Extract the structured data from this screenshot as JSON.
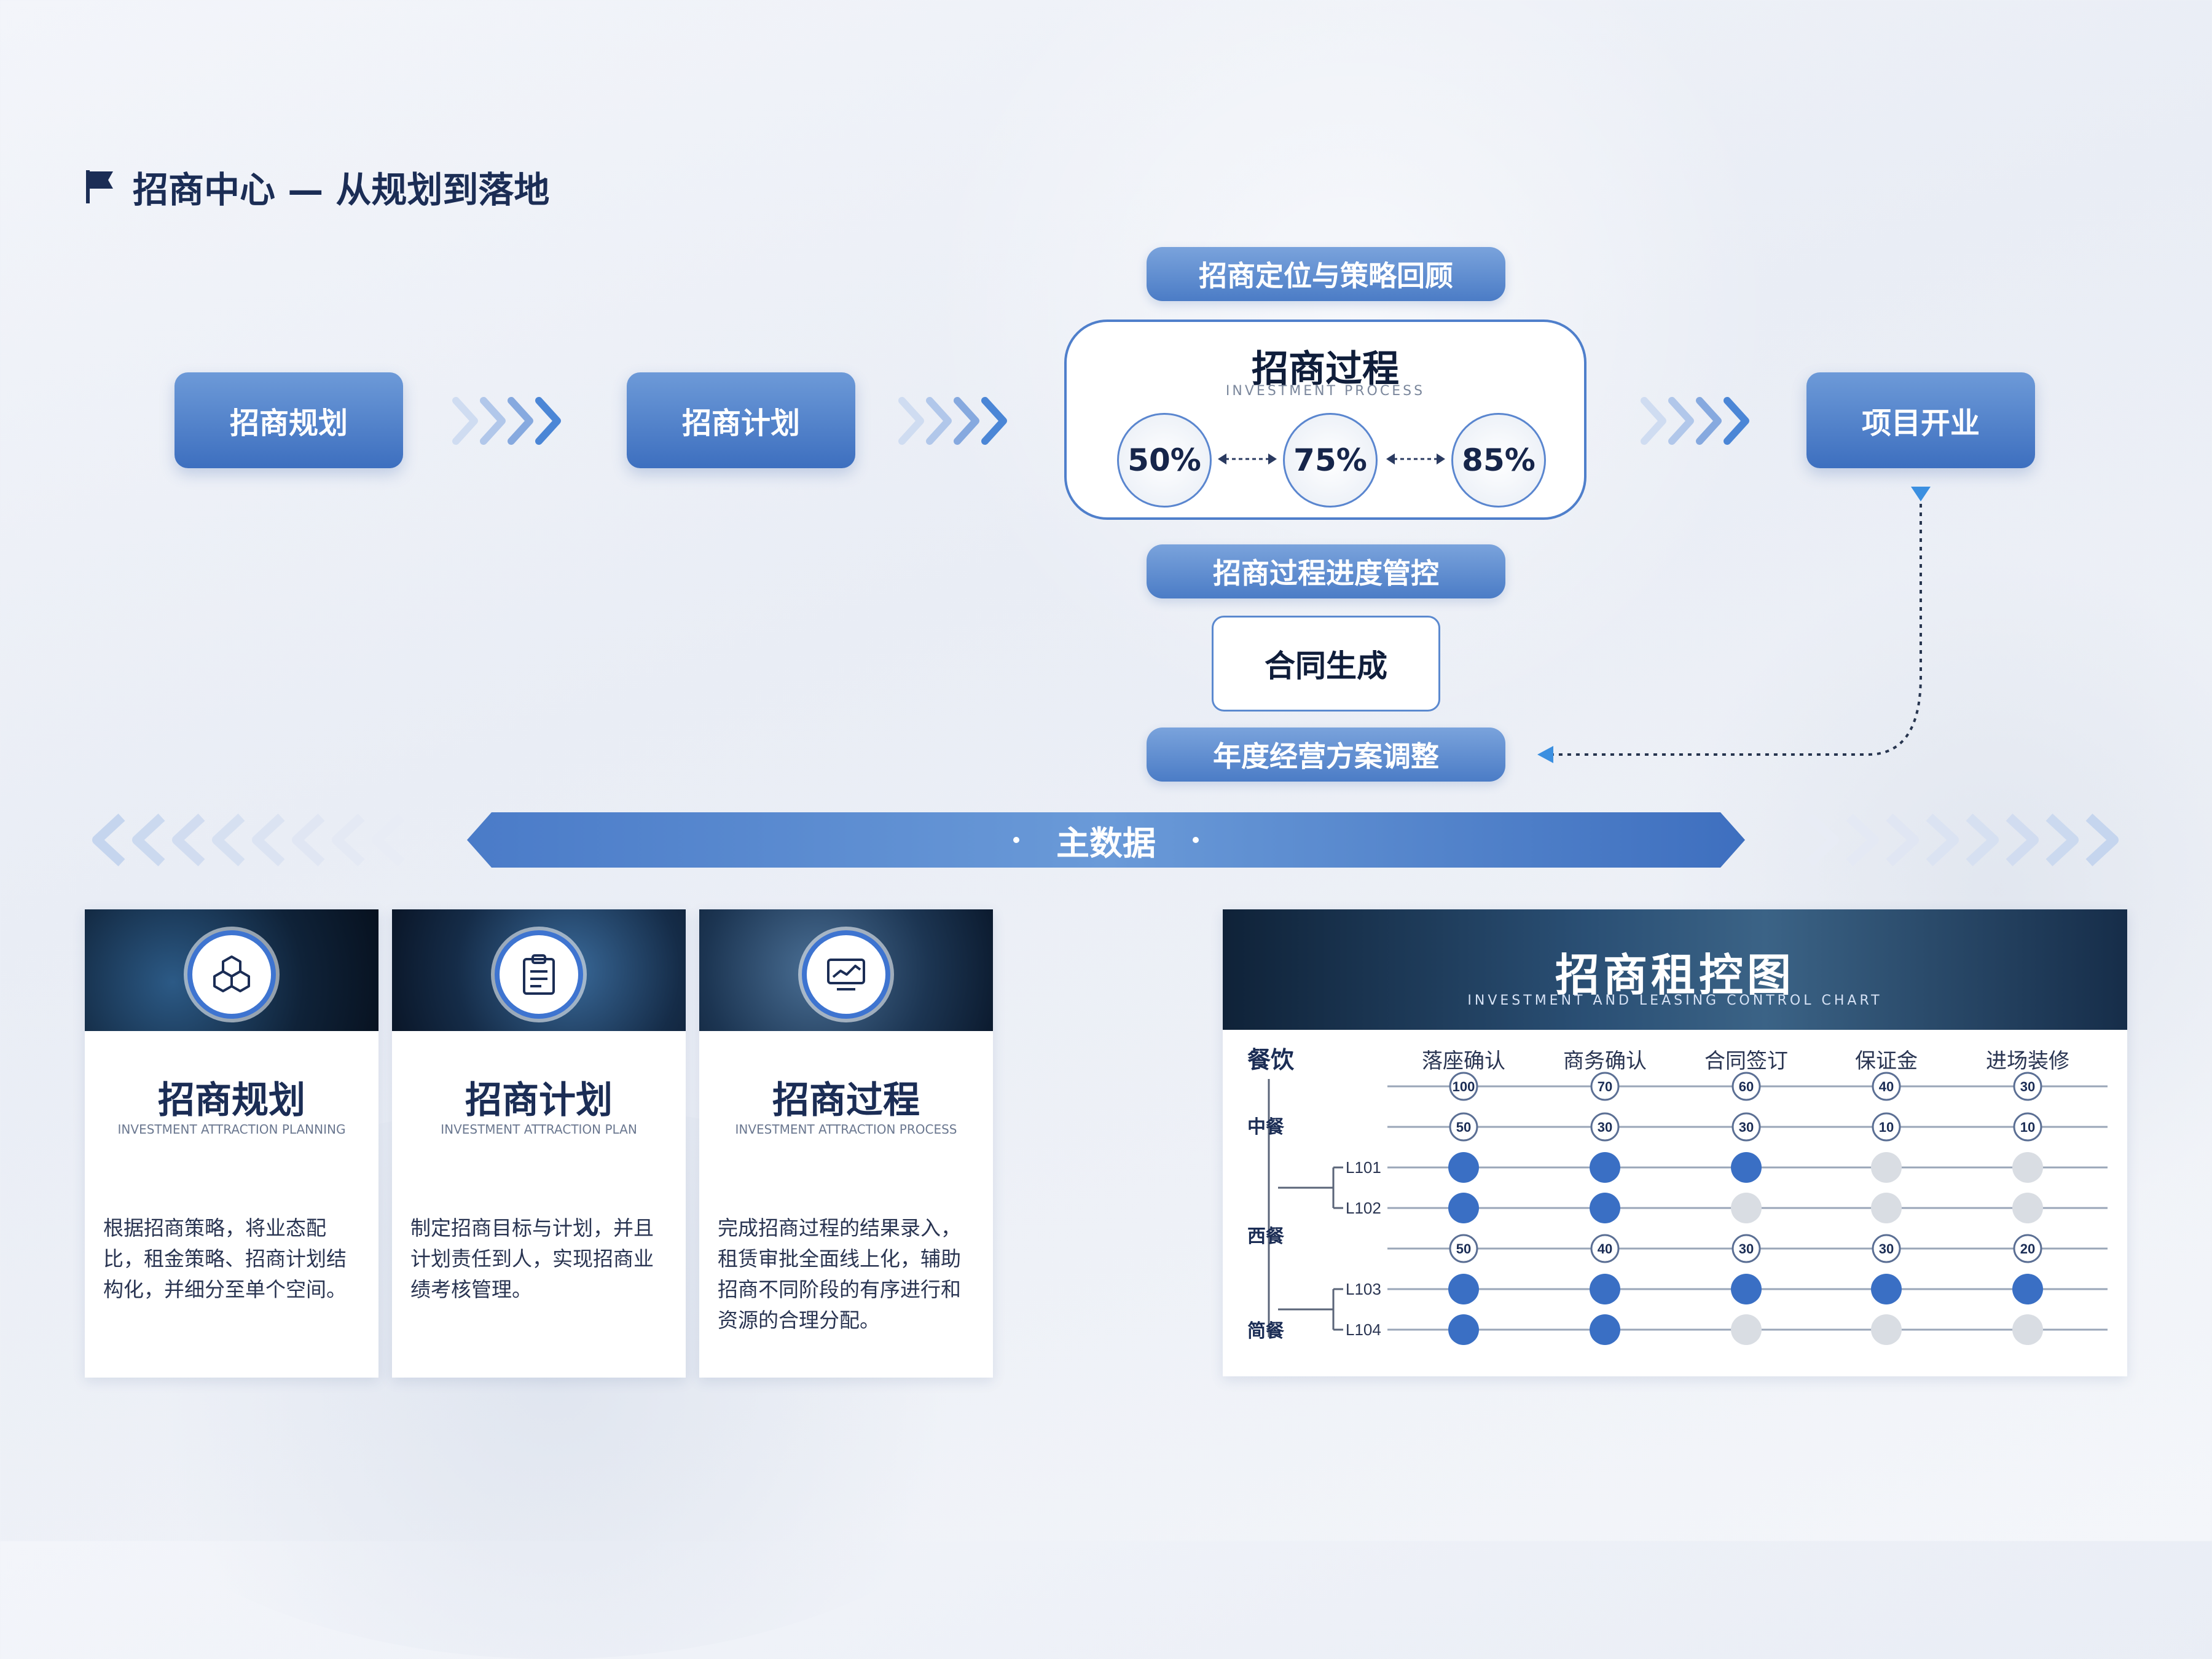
{
  "header": {
    "title": "招商中心 — 从规划到落地"
  },
  "flow": {
    "step1": "招商规划",
    "step2": "招商计划",
    "step_final": "项目开业",
    "top_pill": "招商定位与策略回顾",
    "process": {
      "title": "招商过程",
      "subtitle": "INVESTMENT PROCESS",
      "pcts": [
        "50%",
        "75%",
        "85%"
      ]
    },
    "progress_pill": "招商过程进度管控",
    "contract": "合同生成",
    "annual_pill": "年度经营方案调整"
  },
  "master": {
    "label": "主数据"
  },
  "cards": [
    {
      "icon": "cubes-icon",
      "title": "招商规划",
      "subtitle": "INVESTMENT ATTRACTION PLANNING",
      "desc": "根据招商策略，将业态配比，租金策略、招商计划结构化，并细分至单个空间。"
    },
    {
      "icon": "clipboard-icon",
      "title": "招商计划",
      "subtitle": "INVESTMENT ATTRACTION PLAN",
      "desc": "制定招商目标与计划，并且计划责任到人，实现招商业绩考核管理。"
    },
    {
      "icon": "monitor-chart-icon",
      "title": "招商过程",
      "subtitle": "INVESTMENT ATTRACTION PROCESS",
      "desc": "完成招商过程的结果录入，租赁审批全面线上化，辅助招商不同阶段的有序进行和资源的合理分配。"
    }
  ],
  "chart_data": {
    "type": "table",
    "title": "招商租控图",
    "subtitle": "INVESTMENT AND LEASING CONTROL CHART",
    "root_label": "餐饮",
    "columns": [
      "落座确认",
      "商务确认",
      "合同签订",
      "保证金",
      "进场装修"
    ],
    "rows": [
      {
        "label": "",
        "kind": "count",
        "values": [
          100,
          70,
          60,
          40,
          30
        ]
      },
      {
        "label": "中餐",
        "kind": "count",
        "values": [
          50,
          30,
          30,
          10,
          10
        ]
      },
      {
        "label": "L101",
        "kind": "status",
        "values": [
          1,
          1,
          1,
          0,
          0
        ]
      },
      {
        "label": "L102",
        "kind": "status",
        "values": [
          1,
          1,
          0,
          0,
          0
        ]
      },
      {
        "label": "西餐",
        "kind": "count",
        "values": [
          50,
          40,
          30,
          30,
          20
        ]
      },
      {
        "label": "L103",
        "kind": "status",
        "values": [
          1,
          1,
          1,
          1,
          1
        ]
      },
      {
        "label": "L104",
        "kind": "status",
        "values": [
          1,
          1,
          0,
          0,
          0
        ]
      }
    ],
    "extra_labels": {
      "fast_food": "简餐"
    },
    "colors": {
      "done": "#3a6fc4",
      "pending": "#d9dde3",
      "line": "#9aa6b8",
      "count_border": "#5b6f94"
    }
  }
}
